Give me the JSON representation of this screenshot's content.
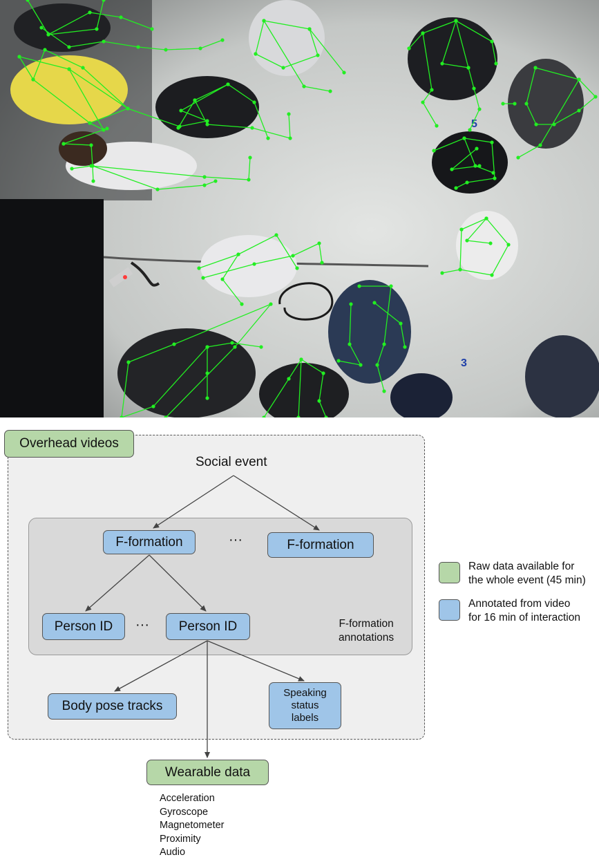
{
  "overhead_label": "Overhead videos",
  "social_event": "Social event",
  "fformation_1": "F-formation",
  "fformation_2": "F-formation",
  "ellipsis_1": "···",
  "ellipsis_2": "···",
  "person_id_1": "Person ID",
  "person_id_2": "Person ID",
  "fformation_annotations": [
    "F-formation",
    "annotations"
  ],
  "body_pose": "Body pose tracks",
  "speaking_status": [
    "Speaking",
    "status",
    "labels"
  ],
  "wearable_label": "Wearable data",
  "wearable_items": [
    "Acceleration",
    "Gyroscope",
    "Magnetometer",
    "Proximity",
    "Audio"
  ],
  "legend": {
    "raw": [
      "Raw data available for",
      "the whole event (45 min)"
    ],
    "annotated": [
      "Annotated from video",
      "for 16 min of interaction"
    ]
  },
  "floor_markers": [
    "5",
    "3"
  ],
  "colors": {
    "blue_box": "#9fc5e8",
    "green_box": "#b6d7a8",
    "skeleton": "#22ee22",
    "container_bg": "#efefef",
    "inner_bg": "#d9d9d9"
  }
}
